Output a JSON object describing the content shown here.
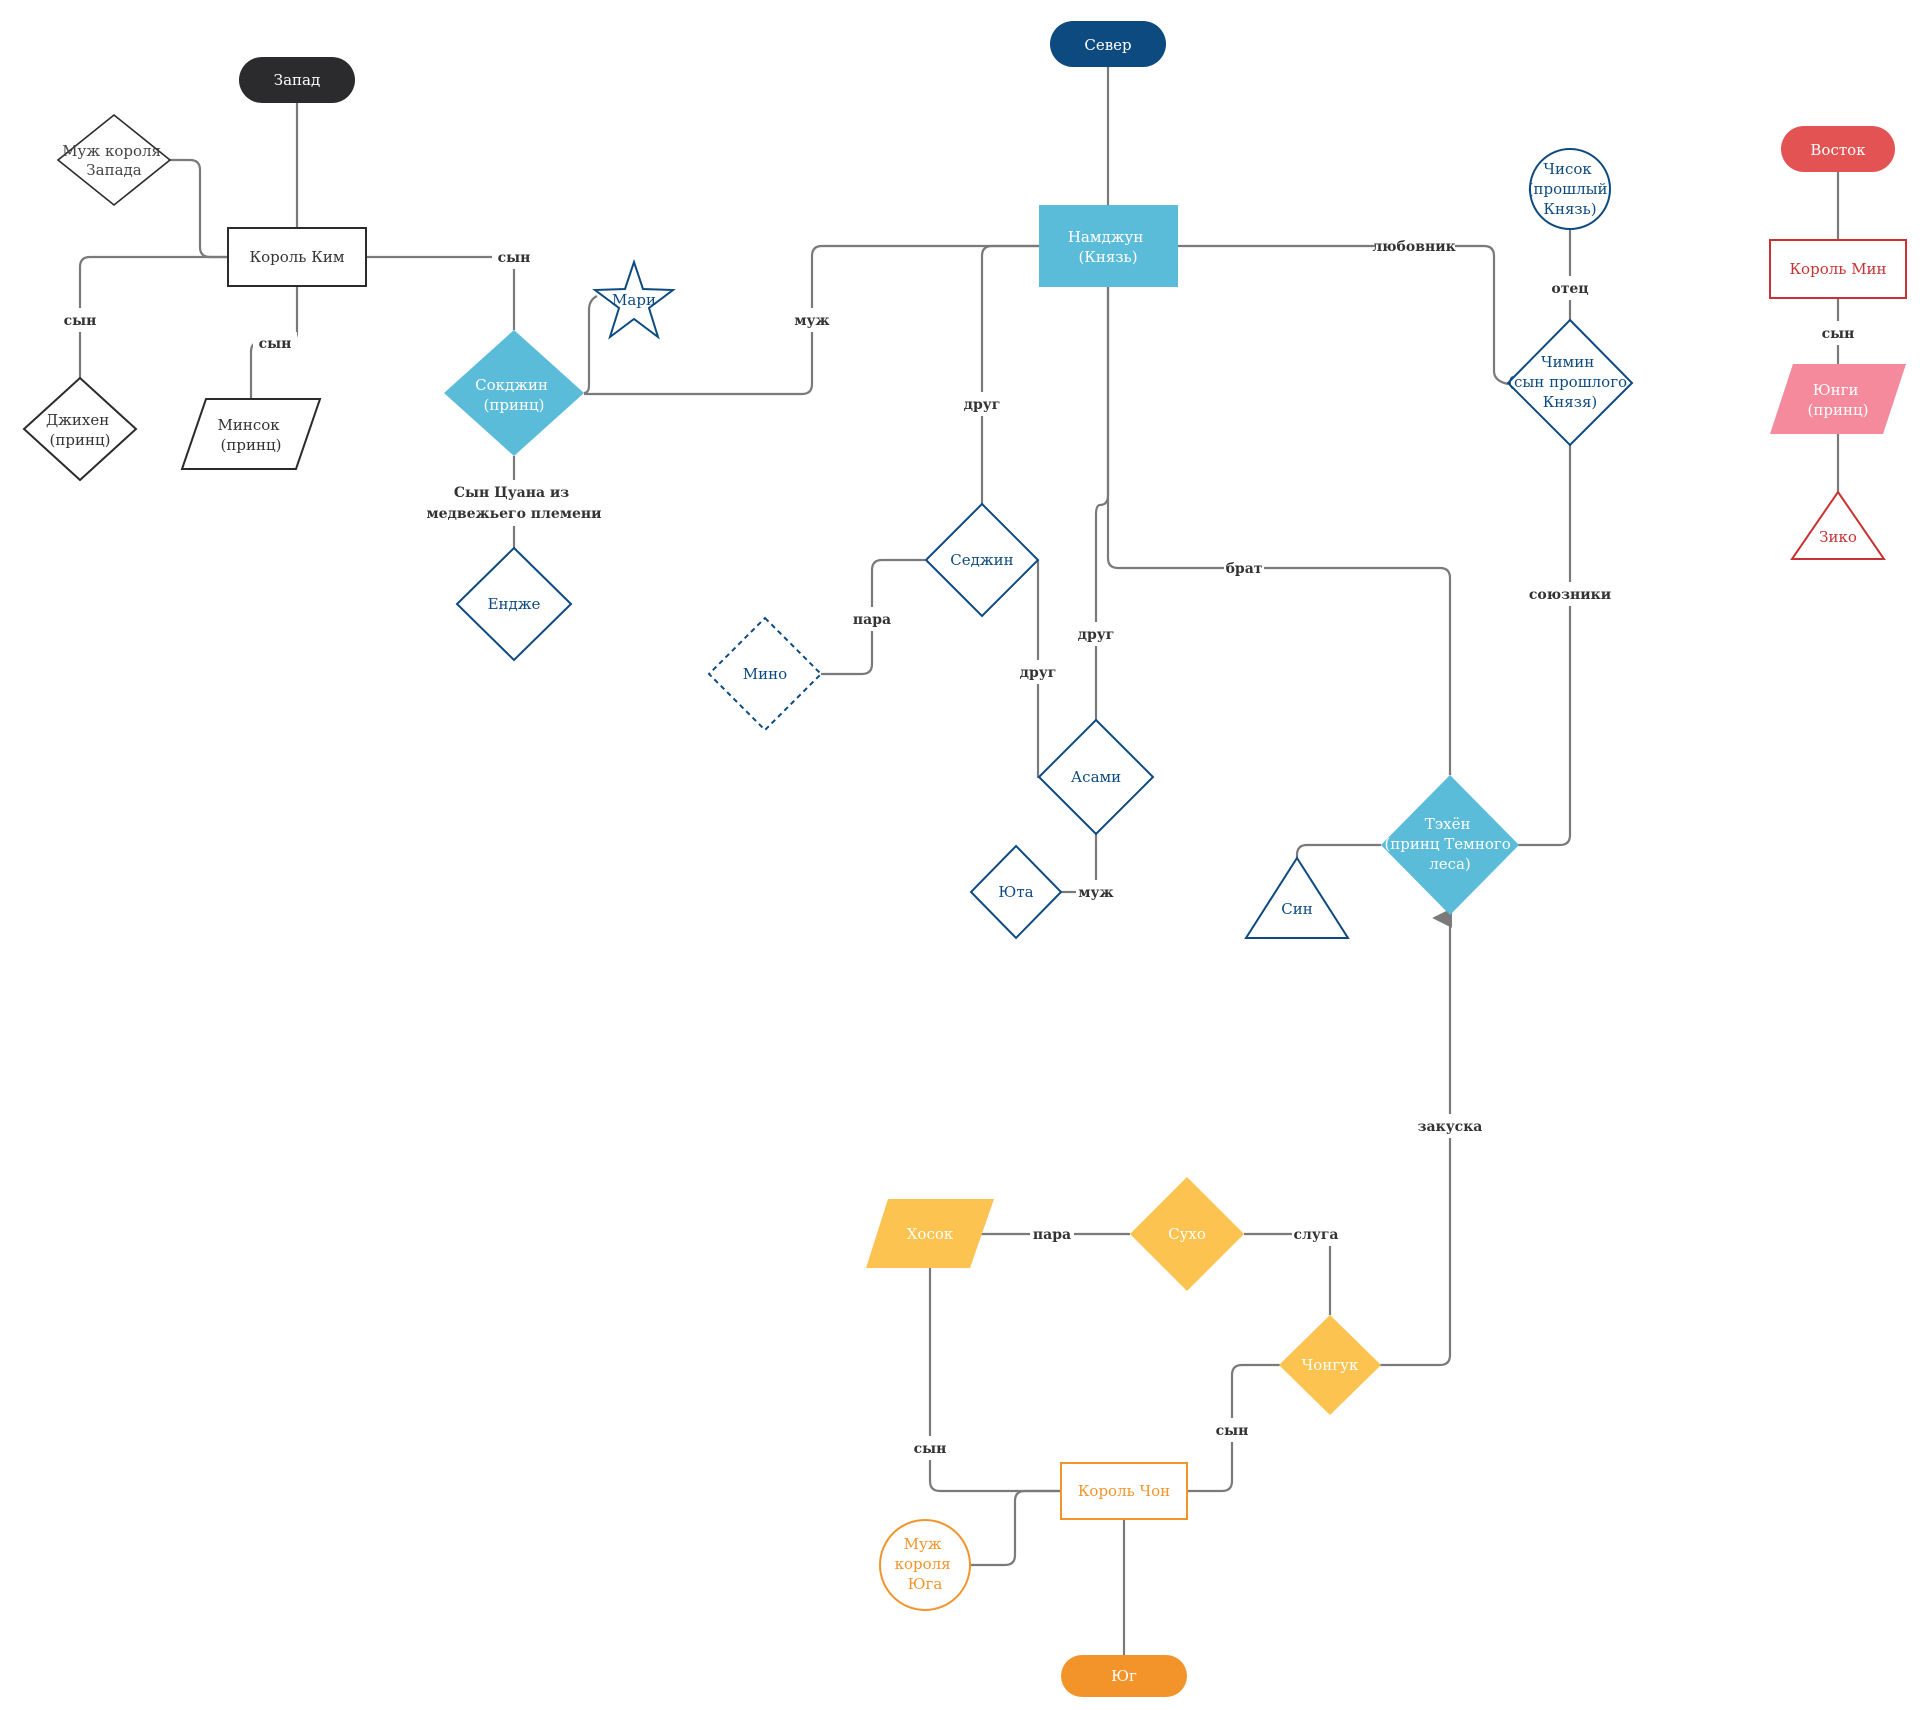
{
  "colors": {
    "dark": "#2b2b2e",
    "navy": "#0d4a80",
    "sky": "#5bbcd9",
    "red": "#e45353",
    "darkred": "#c83232",
    "pink": "#f48a9b",
    "yellow": "#fdc350",
    "orange": "#f29429",
    "line": "#7a7a7a"
  },
  "nodes": {
    "west": "Запад",
    "north": "Север",
    "east": "Восток",
    "south": "Юг",
    "husband_west": [
      "Муж короля",
      "Запада"
    ],
    "king_kim": [
      "Король Ким"
    ],
    "jihen": [
      "Джихен",
      "(принц)"
    ],
    "minsok": [
      "Минсок",
      "(принц)"
    ],
    "sokdzhin": [
      "Сокджин",
      "(принц)"
    ],
    "mari": [
      "Мари"
    ],
    "endzhe": [
      "Ендже"
    ],
    "namdzhun": [
      "Намджун",
      "(Князь)"
    ],
    "chisok": [
      "Чисок",
      "(прошлый",
      "Князь)"
    ],
    "chimin": [
      "Чимин",
      "(сын прошлого",
      "Князя)"
    ],
    "sedzhin": [
      "Седжин"
    ],
    "mino": [
      "Мино"
    ],
    "asami": [
      "Асами"
    ],
    "yuta": [
      "Юта"
    ],
    "tekhen": [
      "Тэхён",
      "(принц Темного",
      "леса)"
    ],
    "sin": [
      "Син"
    ],
    "king_min": [
      "Король Мин"
    ],
    "yungi": [
      "Юнги",
      "(принц)"
    ],
    "ziko": [
      "Зико"
    ],
    "khosok": [
      "Хосок"
    ],
    "sukho": [
      "Сухо"
    ],
    "chonguk": [
      "Чонгук"
    ],
    "king_chon": [
      "Король Чон"
    ],
    "husband_south": [
      "Муж",
      "короля",
      "Юга"
    ]
  },
  "edge_labels": {
    "kim_jihen": "сын",
    "kim_minsok": "сын",
    "kim_sokdzhin": "сын",
    "sokdzhin_endzhe": [
      "Сын Цуана из",
      "медвежьего племени"
    ],
    "namdzhun_sokdzhin": "муж",
    "namdzhun_chimin": "любовник",
    "chisok_chimin": "отец",
    "namdzhun_sedzhin": "друг",
    "namdzhun_asami": "друг",
    "sedzhin_asami": "друг",
    "sedzhin_mino": "пара",
    "namdzhun_tekhen": "брат",
    "chimin_tekhen": "союзники",
    "asami_yuta": "муж",
    "kingmin_yungi": "сын",
    "chonguk_tekhen": "закуска",
    "khosok_sukho": "пара",
    "sukho_chonguk": "слуга",
    "chon_khosok": "сын",
    "chon_chonguk": "сын"
  }
}
